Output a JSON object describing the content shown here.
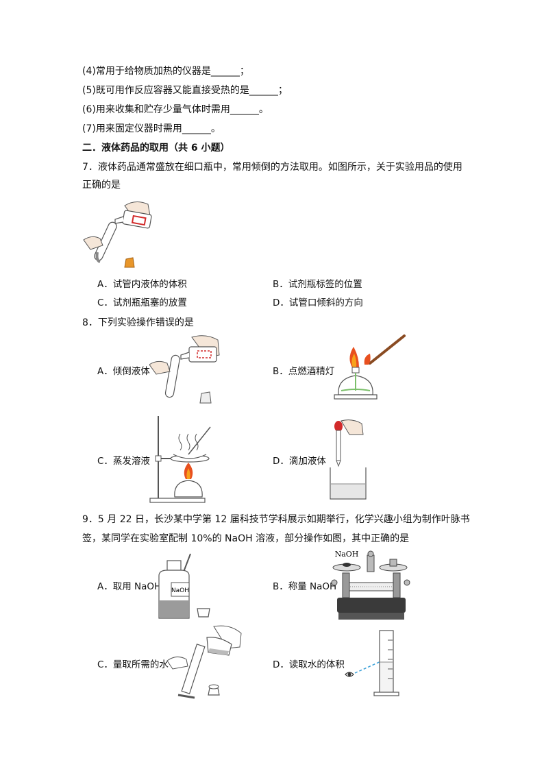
{
  "fill_lines": [
    "(4)常用于给物质加热的仪器是______；",
    "(5)既可用作反应容器又能直接受热的是______；",
    "(6)用来收集和贮存少量气体时需用______。",
    "(7)用来固定仪器时需用______。"
  ],
  "section_title": "二．液体药品的取用（共 6 小题）",
  "q7": {
    "stem_line1": "7．液体药品通常盛放在细口瓶中，常用倾倒的方法取用。如图所示，关于实验用品的使用",
    "stem_line2": "正确的是",
    "options": {
      "A": "A．试管内液体的体积",
      "B": "B．试剂瓶标签的位置",
      "C": "C．试剂瓶瓶塞的放置",
      "D": "D．试管口倾斜的方向"
    }
  },
  "q8": {
    "stem": "8．下列实验操作错误的是",
    "options": {
      "A": "A．倾倒液体",
      "B": "B．点燃酒精灯",
      "C": "C．蒸发溶液",
      "D": "D．滴加液体"
    }
  },
  "q9": {
    "stem_line1": "9．5 月 22 日，长沙某中学第 12 届科技节学科展示如期举行，化学兴趣小组为制作叶脉书",
    "stem_line2": "签，某同学在实验室配制 10%的 NaOH 溶液，部分操作如图，其中正确的是",
    "options": {
      "A": "A．取用 NaOH",
      "B": "B．称量 NaOH",
      "C": "C．量取所需的水",
      "D": "D．读取水的体积"
    },
    "bottle_label": "NaOH",
    "balance_label": "NaOH"
  },
  "colors": {
    "flame": "#e8501f",
    "flame_core": "#f7a21a",
    "label_red": "#d22a2a",
    "liquid": "#888888",
    "sightline": "#39a0d8"
  }
}
